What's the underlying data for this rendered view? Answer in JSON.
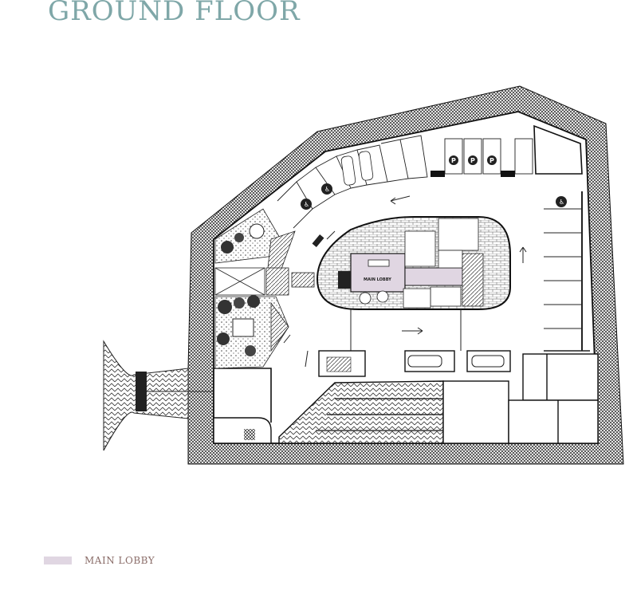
{
  "header": {
    "title": "GROUND FLOOR"
  },
  "plan": {
    "room_label": "MAIN LOBBY",
    "colors": {
      "lobby_fill": "#e0d6e2",
      "wall": "#1a1a1a",
      "hatch": "#222222",
      "greenery": "#3a3a3a"
    }
  },
  "legend": {
    "items": [
      {
        "label": "MAIN LOBBY",
        "color": "#e0d6e2"
      }
    ]
  }
}
